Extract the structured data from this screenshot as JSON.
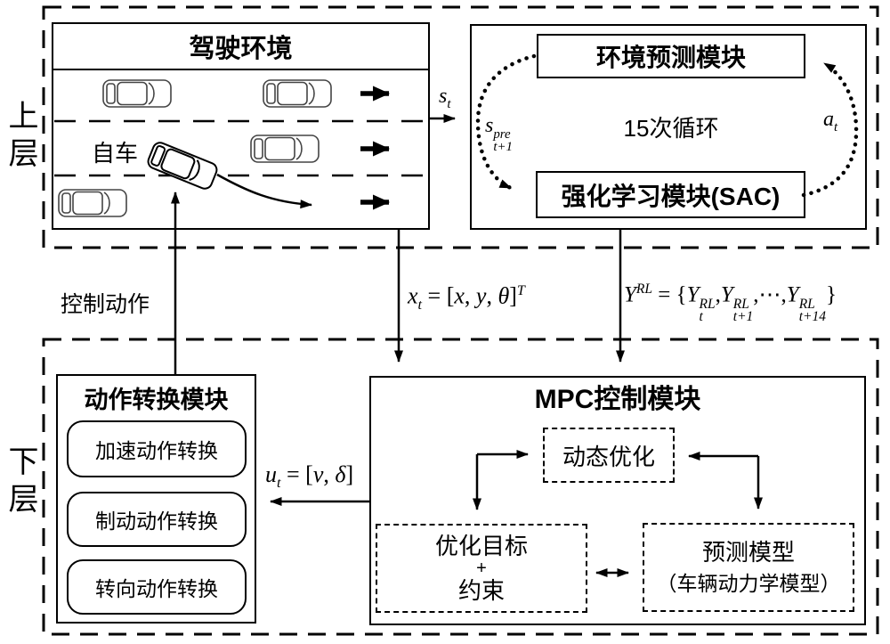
{
  "colors": {
    "ink": "#000000",
    "background": "#ffffff",
    "car_outline": "#444444"
  },
  "layers": {
    "upper": "上层",
    "lower": "下层"
  },
  "env": {
    "title": "驾驶环境",
    "ego": "自车"
  },
  "loop": {
    "env_module": "环境预测模块",
    "cycles": "15次循环",
    "rl_module": "强化学习模块(SAC)"
  },
  "labels": {
    "control_action": "控制动作"
  },
  "action": {
    "title": "动作转换模块",
    "items": [
      {
        "label": "加速动作转换"
      },
      {
        "label": "制动动作转换"
      },
      {
        "label": "转向动作转换"
      }
    ]
  },
  "mpc": {
    "title": "MPC控制模块",
    "dynamic_opt": "动态优化",
    "objective_lines": [
      "优化目标",
      "+",
      "约束"
    ],
    "model_lines": [
      "预测模型",
      "（车辆动力学模型）"
    ]
  },
  "formulas": {
    "st": [
      {
        "i": "s"
      },
      {
        "sub": "t"
      }
    ],
    "st1pre": [
      {
        "i": "s"
      },
      {
        "ss": {
          "sup": "pre",
          "sub": "t+1"
        }
      }
    ],
    "at": [
      {
        "i": "a"
      },
      {
        "sub": "t"
      }
    ],
    "xt": [
      {
        "i": "x"
      },
      {
        "sub": "t"
      },
      {
        "n": " = ["
      },
      {
        "i": "x"
      },
      {
        "n": ", "
      },
      {
        "i": "y"
      },
      {
        "n": ", "
      },
      {
        "i": "θ"
      },
      {
        "n": "]"
      },
      {
        "sup": "T"
      }
    ],
    "yrl": [
      {
        "i": "Y"
      },
      {
        "sup": "RL"
      },
      {
        "n": " = {"
      },
      {
        "i": "Y"
      },
      {
        "ss": {
          "sup": "RL",
          "sub": "t"
        }
      },
      {
        "n": ","
      },
      {
        "i": "Y"
      },
      {
        "ss": {
          "sup": "RL",
          "sub": "t+1"
        }
      },
      {
        "n": ",⋯,"
      },
      {
        "i": "Y"
      },
      {
        "ss": {
          "sup": "RL",
          "sub": "t+14"
        }
      },
      {
        "n": "}"
      }
    ],
    "ut": [
      {
        "i": "u"
      },
      {
        "sub": "t"
      },
      {
        "n": " = ["
      },
      {
        "i": "v"
      },
      {
        "n": ", "
      },
      {
        "i": "δ"
      },
      {
        "n": "]"
      }
    ]
  }
}
